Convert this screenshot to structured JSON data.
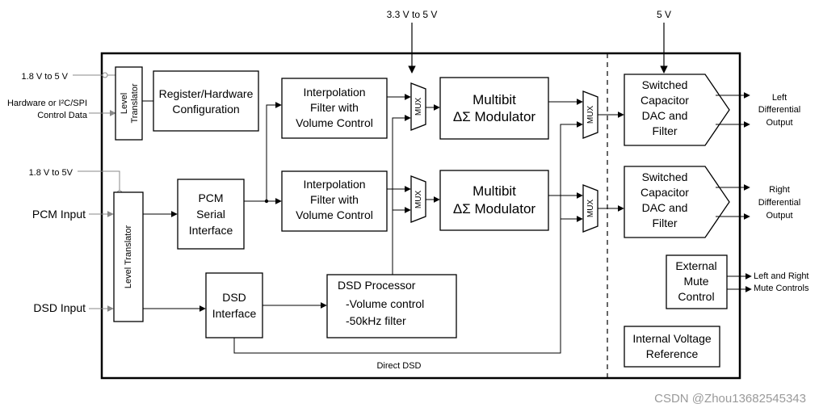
{
  "supply": {
    "top_left": "3.3 V to 5 V",
    "top_right": "5 V"
  },
  "inputs": {
    "vdd_top": "1.8 V to 5 V",
    "control_line1": "Hardware or I²C/SPI",
    "control_line2": "Control Data",
    "vdd_mid": "1.8 V to 5V",
    "pcm": "PCM Input",
    "dsd": "DSD Input"
  },
  "blocks": {
    "level_translator_top": [
      "Level",
      "Translator"
    ],
    "level_translator_main": "Level Translator",
    "register_config": [
      "Register/Hardware",
      "Configuration"
    ],
    "pcm_serial": [
      "PCM",
      "Serial",
      "Interface"
    ],
    "dsd_interface": [
      "DSD",
      "Interface"
    ],
    "interp_top": [
      "Interpolation",
      "Filter with",
      "Volume Control"
    ],
    "interp_bottom": [
      "Interpolation",
      "Filter with",
      "Volume Control"
    ],
    "mux": "MUX",
    "modulator_top": [
      "Multibit",
      "ΔΣ Modulator"
    ],
    "modulator_bottom": [
      "Multibit",
      "ΔΣ Modulator"
    ],
    "dsd_processor": [
      "DSD Processor",
      "-Volume control",
      "-50kHz filter"
    ],
    "dac_top": [
      "Switched",
      "Capacitor",
      "DAC and",
      "Filter"
    ],
    "dac_bottom": [
      "Switched",
      "Capacitor",
      "DAC and",
      "Filter"
    ],
    "external_mute": [
      "External",
      "Mute",
      "Control"
    ],
    "internal_voltage": [
      "Internal Voltage",
      "Reference"
    ]
  },
  "outputs": {
    "left": [
      "Left",
      "Differential",
      "Output"
    ],
    "right": [
      "Right",
      "Differential",
      "Output"
    ],
    "mute": [
      "Left and Right",
      "Mute Controls"
    ]
  },
  "direct_dsd": "Direct DSD",
  "watermark": "CSDN @Zhou13682545343"
}
